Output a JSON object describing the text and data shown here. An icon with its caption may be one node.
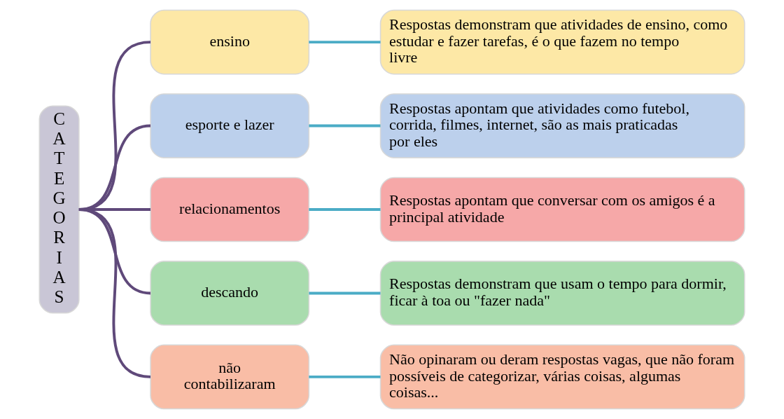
{
  "diagram": {
    "nodes": [
      {
        "text": [
          "CATEGORIAS"
        ]
      },
      {
        "text": [
          "ensino"
        ]
      },
      {
        "text": [
          "esporte e lazer"
        ]
      },
      {
        "text": [
          "relacionamentos"
        ]
      },
      {
        "text": [
          "descando"
        ]
      },
      {
        "text": [
          "não contabilizaram"
        ]
      },
      {
        "text": [
          "Respostas demonstram que atividades de ensino, como estudar e fazer tarefas, é o que fazem no tempo livre"
        ]
      },
      {
        "text": [
          "Respostas apontam que atividades como futebol, corrida, filmes, internet, são as mais praticadas por eles"
        ]
      },
      {
        "text": [
          "Respostas apontam que conversar com os amigos é a principal atividade"
        ]
      },
      {
        "text": [
          "Respostas demonstram que usam o tempo para dormir, ficar à toa ou \"fazer nada\""
        ]
      },
      {
        "text": [
          "Não opinaram ou deram respostas vagas, que não foram possíveis de categorizar, várias coisas, algumas coisas..."
        ]
      }
    ],
    "edges": [
      {
        "from": 0,
        "to": 1,
        "arrow": "none",
        "color": "#5f497a"
      },
      {
        "from": 0,
        "to": 2,
        "arrow": "none",
        "color": "#5f497a"
      },
      {
        "from": 0,
        "to": 3,
        "arrow": "none",
        "color": "#5f497a"
      },
      {
        "from": 0,
        "to": 4,
        "arrow": "none",
        "color": "#5f497a"
      },
      {
        "from": 0,
        "to": 5,
        "arrow": "none",
        "color": "#5f497a"
      },
      {
        "from": 1,
        "to": 6,
        "arrow": "none",
        "color": "#4bacc6"
      },
      {
        "from": 2,
        "to": 7,
        "arrow": "none",
        "color": "#4bacc6"
      },
      {
        "from": 3,
        "to": 8,
        "arrow": "none",
        "color": "#4bacc6"
      },
      {
        "from": 4,
        "to": 9,
        "arrow": "none",
        "color": "#4bacc6"
      },
      {
        "from": 5,
        "to": 10,
        "arrow": "none",
        "color": "#4bacc6"
      }
    ]
  }
}
